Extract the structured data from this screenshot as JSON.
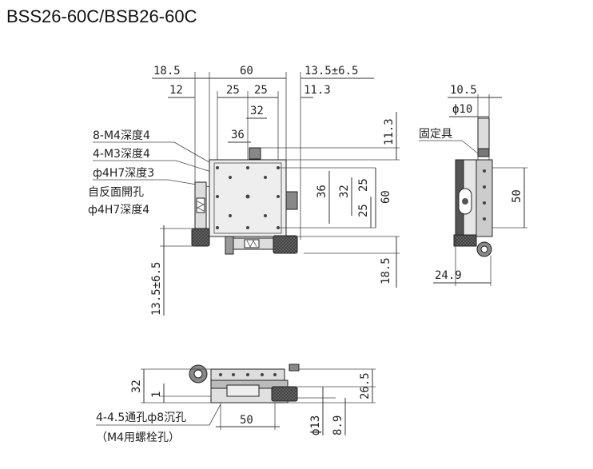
{
  "title": "BSS26-60C/BSB26-60C",
  "front_view": {
    "dims": {
      "d18_5_top": "18.5",
      "d60_top": "60",
      "d13_5_top": "13.5±6.5",
      "d12": "12",
      "d25a": "25",
      "d25b": "25",
      "d11_3_top": "11.3",
      "d32_top": "32",
      "d36_top": "36",
      "d11_3_right": "11.3",
      "d36_right": "36",
      "d32_right": "32",
      "d25_right_a": "25",
      "d60_right": "60",
      "d25_right_b": "25",
      "d18_5_right": "18.5",
      "d13_5_left": "13.5±6.5"
    },
    "labels": {
      "l1": "8-M4深度4",
      "l2": "4-M3深度4",
      "l3": "ф4H7深度3",
      "l4": "自反面開孔",
      "l5": "ф4H7深度4"
    }
  },
  "side_view": {
    "dims": {
      "d10_5": "10.5",
      "d10": "ф10",
      "d50": "50",
      "d24_9": "24.9"
    },
    "labels": {
      "fixture": "固定具"
    }
  },
  "bottom_view": {
    "dims": {
      "d32": "32",
      "d1": "1",
      "d50": "50",
      "d13": "ф13",
      "d8_9": "8.9",
      "d26_5": "26.5"
    },
    "labels": {
      "holes": "4-4.5通孔ф8沉孔",
      "bolt": "（M4用螺栓孔）"
    }
  },
  "colors": {
    "line": "#333333",
    "body_fill": "#e9e9e9",
    "dark_part": "#555555",
    "knob": "#6a6a6a"
  }
}
